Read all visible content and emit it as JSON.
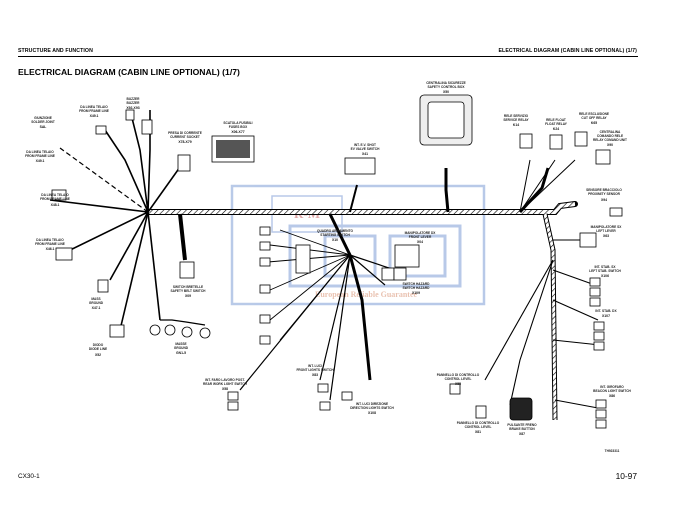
{
  "header": {
    "left": "STRUCTURE AND FUNCTION",
    "right": "ELECTRICAL DIAGRAM (CABIN LINE OPTIONAL) (1/7)"
  },
  "title": "ELECTRICAL DIAGRAM (CABIN LINE  OPTIONAL) (1/7)",
  "footer": {
    "left": "CX30-1",
    "right": "10-97",
    "figure_ref": "TH923311"
  },
  "watermark": {
    "logo": "R-M",
    "tagline": "European Reliable Guarantee"
  },
  "labels": {
    "giunzione": [
      "GIUNZIONE",
      "SOLDER JOINT",
      "SAL"
    ],
    "frame_x491_top": [
      "DA LINEA TELAIO",
      "FROM FRAME LINE",
      "X49.1"
    ],
    "buzzer": [
      "BUZZER",
      "BUZZER",
      "X92-X93"
    ],
    "frame_x491_a": [
      "DA LINEA TELAIO",
      "FROM FRAME LINE",
      "X49.1"
    ],
    "frame_x481": [
      "DA LINEA TELAIO",
      "FROM FRAME LINE",
      "X48.1"
    ],
    "frame_x461": [
      "DA LINEA TELAIO",
      "FROM FRAME LINE",
      "X46.1"
    ],
    "ground_x47": [
      "MASS",
      "GROUND",
      "X47.1"
    ],
    "diode_x52": [
      "DIODO",
      "DIODE LINE",
      "X52"
    ],
    "current_socket": [
      "PRESA DI CORRENTE",
      "CURRENT SOCKET",
      "X78-X79"
    ],
    "fuse_box": [
      "SCATOLA FUSIBILI",
      "FUSES BOX",
      "X06-X77"
    ],
    "belt_switch": [
      "SWITCH BRETELLE",
      "SAFETY BELT SWITCH",
      "X09"
    ],
    "ground_gn": [
      "MASSE",
      "GROUND",
      "GN1-5"
    ],
    "ev_valve": [
      "INT. E.V. SHOT",
      "EV VALVE SWITCH",
      "X41"
    ],
    "dashboard": [
      "QUADRO ARMAMENTO",
      "STARTING SWITCH",
      "X10"
    ],
    "front_lever": [
      "MANIPOLATORE DX",
      "FRONT LEVER",
      "X04"
    ],
    "hazard_switch": [
      "SWITCH HAZARD",
      "SWITCH HAZARD",
      "X109"
    ],
    "control_box": [
      "CENTRALINA SICUREZZE",
      "SAFETY CONTROL BOX",
      "X50"
    ],
    "relay_k14": [
      "RELE SERVIZIO",
      "SERVICE RELAY",
      "K14"
    ],
    "relay_k24": [
      "RELE FLOAT",
      "FLOAT RELAY",
      "K24"
    ],
    "cutoff_relay": [
      "RELE ESCLUSIONE",
      "CUT OFF RELAY",
      "K65"
    ],
    "command_unit": [
      "CENTRALINA",
      "COMANDO RELE",
      "RELAY COMAND UNIT",
      "X90"
    ],
    "boom_sensor": [
      "SENSORE BRACCIOLO",
      "PROXIMITY SENSOR",
      "X94"
    ],
    "left_lever": [
      "MANIPOLATORE SX",
      "LEFT LEVER",
      "X63"
    ],
    "left_stab_switch": [
      "INT. STAB. SX",
      "LEFT STAB. SWITCH",
      "X106"
    ],
    "stab_dx": [
      "INT. STAB. DX",
      "X107"
    ],
    "beacon_switch": [
      "INT. GIROFARO",
      "BEACON LIGHT SWITCH",
      "X86"
    ],
    "rear_work_light": [
      "INT. FARO LAVORO POST.",
      "REAR WORK LIGHT SWITCH",
      "X58"
    ],
    "front_lights": [
      "INT. LUCI",
      "FRONT LIGHTS SWITCH",
      "X83"
    ],
    "direction_lights": [
      "INT. LUCI DIREZIONE",
      "DIRECTION LIGHTS SWITCH",
      "X108"
    ],
    "control_level_a": [
      "PANNELLO DI CONTROLLO",
      "CONTROL LEVEL",
      "X55"
    ],
    "control_level_b": [
      "PANNELLO DI CONTROLLO",
      "CONTROL LEVEL",
      "X81"
    ],
    "brake_button": [
      "PULSANTE FRENO",
      "BRAKE BUTTON",
      "X87"
    ]
  }
}
